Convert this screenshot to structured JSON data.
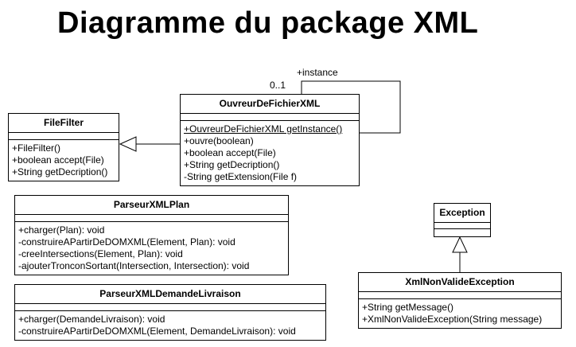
{
  "title": "Diagramme du package XML",
  "classes": {
    "filefilter": {
      "name": "FileFilter",
      "operations": [
        "+FileFilter()",
        "+boolean accept(File)",
        "+String getDecription()"
      ]
    },
    "ouvreur": {
      "name": "OuvreurDeFichierXML",
      "operations": [
        "+OuvreurDeFichierXML getInstance()",
        "+ouvre(boolean)",
        "+boolean accept(File)",
        "+String getDecription()",
        "-String getExtension(File f)"
      ]
    },
    "parseurplan": {
      "name": "ParseurXMLPlan",
      "operations": [
        "+charger(Plan): void",
        "-construireAPartirDeDOMXML(Element, Plan): void",
        "-creeIntersections(Element, Plan): void",
        "-ajouterTronconSortant(Intersection, Intersection): void"
      ]
    },
    "parseurdemande": {
      "name": "ParseurXMLDemandeLivraison",
      "operations": [
        "+charger(DemandeLivraison): void",
        "-construireAPartirDeDOMXML(Element, DemandeLivraison): void"
      ]
    },
    "exception": {
      "name": "Exception",
      "operations": []
    },
    "xmlnonvalide": {
      "name": "XmlNonValideException",
      "operations": [
        "+String getMessage()",
        "+XmlNonValideException(String message)"
      ]
    }
  },
  "associations": {
    "instance_role": "+instance",
    "instance_multiplicity": "0..1"
  }
}
